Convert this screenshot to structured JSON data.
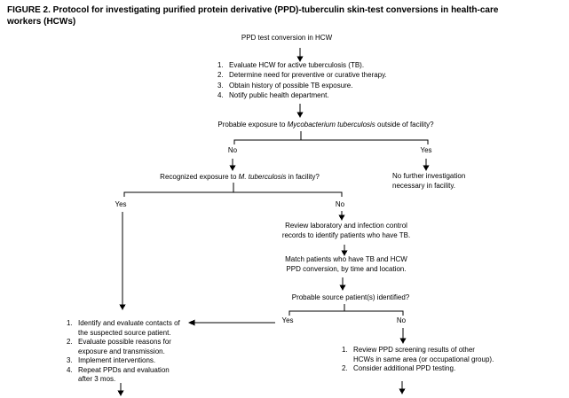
{
  "title": {
    "line1": "FIGURE 2. Protocol for investigating purified protein derivative (PPD)-tuberculin skin-test conversions in health-care",
    "line2": "workers (HCWs)"
  },
  "flow": {
    "start": "PPD test conversion in HCW",
    "initial_steps": [
      {
        "n": "1.",
        "t": "Evaluate HCW for active tuberculosis (TB)."
      },
      {
        "n": "2.",
        "t": "Determine need for preventive or curative therapy."
      },
      {
        "n": "3.",
        "t": "Obtain history of possible TB exposure."
      },
      {
        "n": "4.",
        "t": "Notify public health department."
      }
    ],
    "q_outside": {
      "pre": "Probable exposure to ",
      "em": "Mycobacterium tuberculosis",
      "post": " outside of facility?"
    },
    "branch_outside": {
      "no": "No",
      "yes": "Yes"
    },
    "no_further": {
      "line1": "No further investigation",
      "line2": "necessary in facility."
    },
    "q_facility": {
      "pre": "Recognized exposure to ",
      "em": "M. tuberculosis",
      "post": " in facility?"
    },
    "branch_facility": {
      "yes": "Yes",
      "no": "No"
    },
    "review_lab": {
      "line1": "Review laboratory and infection control",
      "line2": "records to identify patients who have TB."
    },
    "match_patients": {
      "line1": "Match patients who have TB and HCW",
      "line2": "PPD conversion, by time and location."
    },
    "q_source": "Probable source patient(s) identified?",
    "branch_source": {
      "yes": "Yes",
      "no": "No"
    },
    "left_steps": [
      {
        "n": "1.",
        "t": "Identify and evaluate contacts of"
      },
      {
        "n": "",
        "t": "the suspected source patient."
      },
      {
        "n": "2.",
        "t": "Evaluate possible reasons for"
      },
      {
        "n": "",
        "t": "exposure and transmission."
      },
      {
        "n": "3.",
        "t": "Implement interventions."
      },
      {
        "n": "4.",
        "t": "Repeat PPDs and evaluation"
      },
      {
        "n": "",
        "t": "after 3 mos."
      }
    ],
    "right_steps": [
      {
        "n": "1.",
        "t": "Review PPD screening results of other"
      },
      {
        "n": "",
        "t": "HCWs in same area (or occupational group)."
      },
      {
        "n": "2.",
        "t": "Consider additional PPD testing."
      }
    ]
  },
  "colors": {
    "ink": "#000000",
    "bg": "#ffffff"
  }
}
